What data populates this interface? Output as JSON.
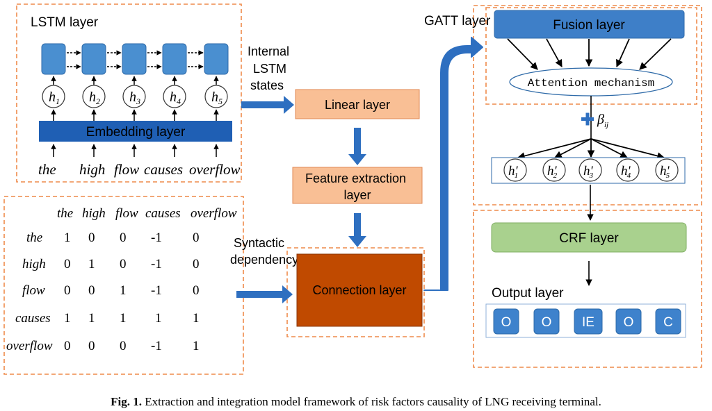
{
  "lstm": {
    "title": "LSTM layer",
    "hidden": [
      "h",
      "h",
      "h",
      "h",
      "h"
    ],
    "hidden_sub": [
      "1",
      "2",
      "3",
      "4",
      "5"
    ],
    "embedding": "Embedding layer",
    "words": [
      "the",
      "high",
      "flow",
      "causes",
      "overflow"
    ]
  },
  "middle": {
    "internal_states": [
      "Internal",
      "LSTM",
      "states"
    ],
    "linear": "Linear layer",
    "feature": [
      "Feature extraction",
      "layer"
    ],
    "syntactic": [
      "Syntactic",
      "dependency"
    ],
    "connection": "Connection layer"
  },
  "matrix": {
    "col_headers": [
      "the",
      "high",
      "flow",
      "causes",
      "overflow"
    ],
    "row_headers": [
      "the",
      "high",
      "flow",
      "causes",
      "overflow"
    ],
    "rows": [
      [
        "1",
        "0",
        "0",
        "-1",
        "0"
      ],
      [
        "0",
        "1",
        "0",
        "-1",
        "0"
      ],
      [
        "0",
        "0",
        "1",
        "-1",
        "0"
      ],
      [
        "1",
        "1",
        "1",
        "1",
        "1"
      ],
      [
        "0",
        "0",
        "0",
        "-1",
        "1"
      ]
    ]
  },
  "gatt": {
    "title": "GATT layer",
    "fusion": "Fusion layer",
    "attention": "Attention mechanism",
    "beta": "β",
    "beta_sub": "ij",
    "hprime": [
      "h'",
      "h'",
      "h'",
      "h'",
      "h'"
    ],
    "hprime_sub": [
      "1",
      "2",
      "3",
      "4",
      "5"
    ]
  },
  "output": {
    "crf": "CRF layer",
    "title": "Output layer",
    "labels": [
      "O",
      "O",
      "IE",
      "O",
      "C"
    ]
  },
  "caption": {
    "prefix": "Fig. 1.",
    "text": "Extraction and integration model framework of risk factors causality of LNG receiving terminal."
  },
  "colors": {
    "lstm_cell": "#4a8fd0",
    "embedding": "#1f5fb4",
    "linear": "#f9bf95",
    "connection": "#c04a00",
    "fusion": "#3e7fc8",
    "crf": "#a9d18e",
    "output_token": "#3e82cc",
    "dashed_border": "#ee8a4a",
    "arrow_blue": "#2e6fc0"
  }
}
